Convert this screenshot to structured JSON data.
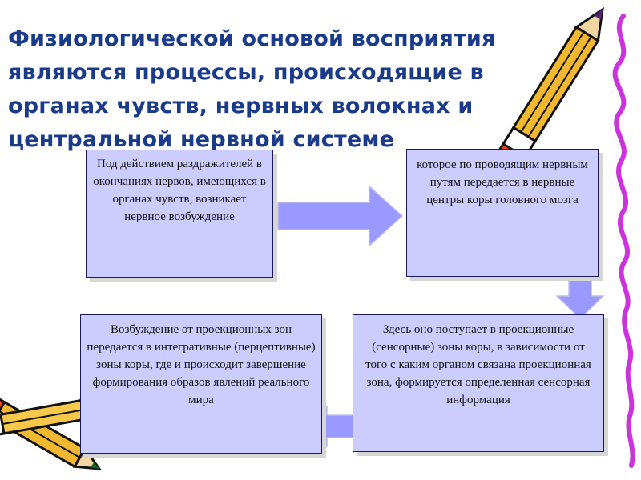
{
  "title": "Физиологической основой восприятия являются процессы, происходящие в органах чувств, нервных волокнах и центральной нервной системе",
  "boxes": {
    "step1": "Под действием раздражителей в окончаниях нервов, имеющихся в органах чувств, возникает нервное возбуждение",
    "step2": "которое по проводящим нервным путям передается в нервные центры коры головного мозга",
    "step3": "Здесь оно поступает в проекционные (сенсорные) зоны коры, в зависимости от того с каким органом связана проекционная зона, формируется определенная сенсорная информация",
    "step4": "Возбуждение от проекционных зон передается в интегративные (перцептивные) зоны коры, где и происходит завершение формирования образов явлений реального мира"
  },
  "colors": {
    "title": "#1a3a8a",
    "box_fill": "#ccccff",
    "arrow_fill": "#9999ff"
  },
  "decorations": [
    "pencil-icon",
    "pencil-icon",
    "ribbon-icon"
  ]
}
